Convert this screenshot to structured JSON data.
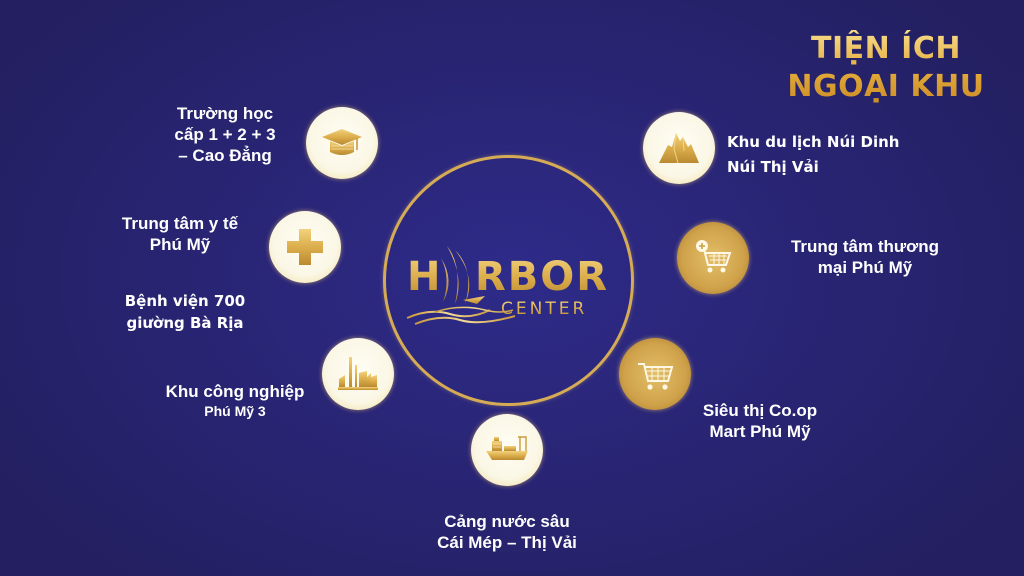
{
  "title": {
    "line1": "TIỆN ÍCH",
    "line2": "NGOẠI KHU"
  },
  "logo": {
    "word_part1": "H",
    "word_part2": "RBOR",
    "subtitle": "CENTER"
  },
  "colors": {
    "background": "#231f60",
    "background_center": "#2e2b8a",
    "gold": "#d6ab55",
    "text": "#ffffff",
    "icon_bg": "#fbf7e6"
  },
  "amenities": [
    {
      "icon": "graduation-cap-icon",
      "lines": [
        "Trường học",
        "cấp 1 + 2 + 3",
        "– Cao Đẳng"
      ]
    },
    {
      "icon": "medical-cross-icon",
      "lines": [
        "Trung tâm y tế",
        "Phú Mỹ"
      ],
      "extra_lines": [
        "Bệnh viện 700",
        "giường Bà Rịa"
      ]
    },
    {
      "icon": "factory-icon",
      "lines": [
        "Khu công nghiệp",
        "Phú Mỹ  3"
      ]
    },
    {
      "icon": "cargo-ship-icon",
      "lines": [
        "Cảng nước sâu",
        "Cái Mép – Thị Vải"
      ]
    },
    {
      "icon": "mountain-icon",
      "lines": [
        "Khu du lịch Núi Dinh",
        "Núi  Thị Vải"
      ]
    },
    {
      "icon": "shopping-cart-plus-icon",
      "lines": [
        "Trung tâm thương",
        "mại Phú Mỹ"
      ]
    },
    {
      "icon": "shopping-cart-icon",
      "lines": [
        "Siêu thị Co.op",
        "Mart Phú Mỹ"
      ]
    }
  ]
}
